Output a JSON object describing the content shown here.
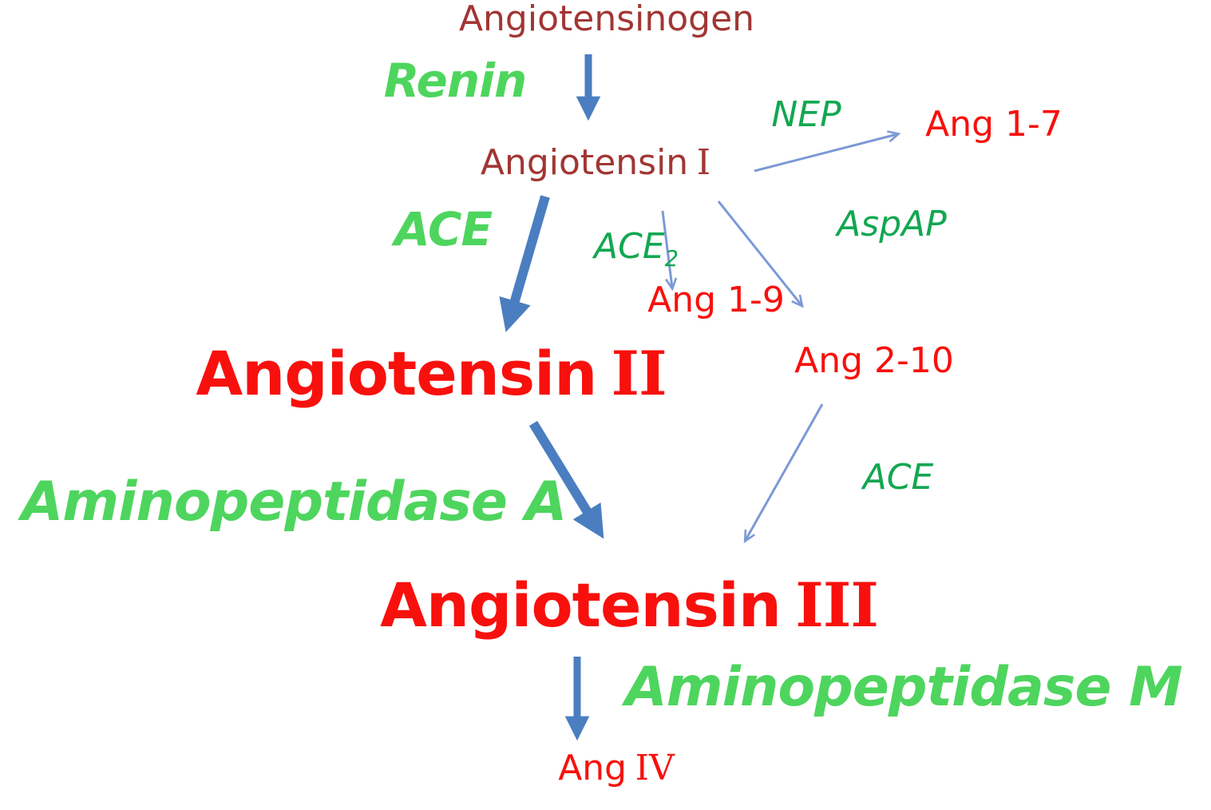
{
  "diagram": "renin-angiotensin-pathway",
  "nodes": {
    "angiotensinogen": {
      "text": "Angiotensinogen"
    },
    "angiotensin_i": {
      "text": "Angiotensin",
      "numeral": "I"
    },
    "ang_1_7": {
      "text": "Ang 1-7"
    },
    "ang_1_9": {
      "text": "Ang 1-9"
    },
    "ang_2_10": {
      "text": "Ang 2-10"
    },
    "angiotensin_ii": {
      "text": "Angiotensin",
      "numeral": "II"
    },
    "angiotensin_iii": {
      "text": "Angiotensin",
      "numeral": "III"
    },
    "ang_iv": {
      "text": "Ang",
      "numeral": "IV"
    }
  },
  "enzymes": {
    "renin": {
      "text": "Renin"
    },
    "ace_main": {
      "text": "ACE"
    },
    "nep": {
      "text": "NEP"
    },
    "ace2": {
      "text": "ACE",
      "sub": "2"
    },
    "aspap": {
      "text": "AspAP"
    },
    "ace_right": {
      "text": "ACE"
    },
    "aminopeptidase_a": {
      "text": "Aminopeptidase A"
    },
    "aminopeptidase_m": {
      "text": "Aminopeptidase M"
    }
  },
  "edges": [
    {
      "from": "Angiotensinogen",
      "to": "Angiotensin I",
      "enzyme": "Renin",
      "style": "medium-solid"
    },
    {
      "from": "Angiotensin I",
      "to": "Ang 1-7",
      "enzyme": "NEP",
      "style": "thin-open"
    },
    {
      "from": "Angiotensin I",
      "to": "Angiotensin II",
      "enzyme": "ACE",
      "style": "thick-solid"
    },
    {
      "from": "Angiotensin I",
      "to": "Ang 1-9",
      "enzyme": "ACE2",
      "style": "thin-open"
    },
    {
      "from": "Angiotensin I",
      "to": "Ang 2-10",
      "enzyme": "AspAP",
      "style": "thin-open"
    },
    {
      "from": "Angiotensin II",
      "to": "Angiotensin III",
      "enzyme": "Aminopeptidase A",
      "style": "thick-solid"
    },
    {
      "from": "Ang 2-10",
      "to": "Angiotensin III",
      "enzyme": "ACE",
      "style": "thin-open"
    },
    {
      "from": "Angiotensin III",
      "to": "Ang IV",
      "enzyme": "Aminopeptidase M",
      "style": "medium-solid"
    }
  ],
  "colors": {
    "substrate_dark_red": "#a13634",
    "product_red": "#f8100d",
    "enzyme_bright_green": "#4ed55e",
    "enzyme_deep_green": "#12a751",
    "arrow_blue": "#4a7ec0",
    "arrow_light_blue": "#7c99d6",
    "background": "#ffffff"
  }
}
